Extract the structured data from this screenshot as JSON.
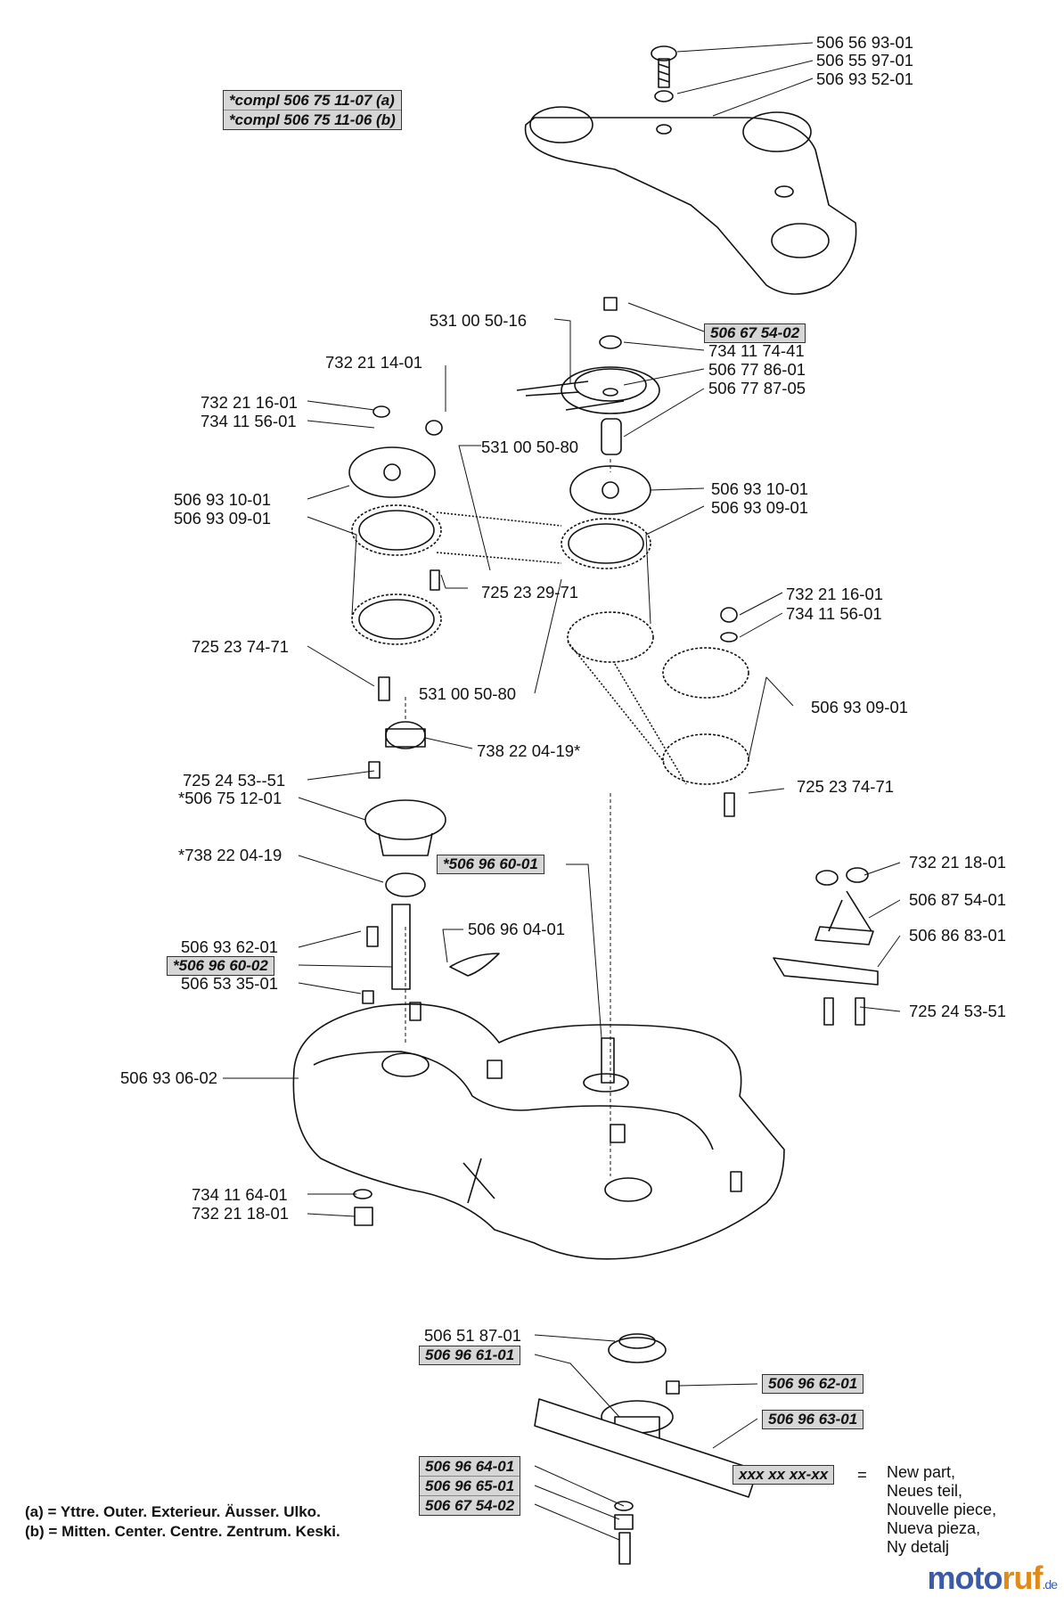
{
  "compl_labels": [
    "*compl 506 75 11-07 (a)",
    "*compl 506 75 11-06 (b)"
  ],
  "labels": {
    "p506569301": "506 56 93-01",
    "p506559701": "506 55 97-01",
    "p506935201": "506 93 52-01",
    "p531005016": "531 00 50-16",
    "p506675402a": "506 67 54-02",
    "p734117441": "734 11 74-41",
    "p506778601": "506 77 86-01",
    "p506778705": "506 77 87-05",
    "p732211401": "732 21 14-01",
    "p732211601a": "732 21 16-01",
    "p734115601a": "734 11 56-01",
    "p531005080a": "531 00 50-80",
    "p506931001a": "506 93 10-01",
    "p506930901a": "506 93 09-01",
    "p506931001b": "506 93 10-01",
    "p506930901b": "506 93 09-01",
    "p725232971": "725 23 29-71",
    "p732211601b": "732 21 16-01",
    "p734115601b": "734 11 56-01",
    "p725237471a": "725 23 74-71",
    "p531005080b": "531 00 50-80",
    "p506930901c": "506 93 09-01",
    "p738220419s": "738 22 04-19*",
    "p725245351a": "725 24 53--51",
    "p506751201": "*506 75 12-01",
    "p725237471b": "725 23 74-71",
    "p738220419": "*738 22 04-19",
    "p506966001": "*506 96 60-01",
    "p732211801a": "732 21 18-01",
    "p506875401": "506 87 54-01",
    "p506936201": "506 93 62-01",
    "p506960401": "506 96 04-01",
    "p506868301": "506 86 83-01",
    "p506966002": "*506 96 60-02",
    "p506533501": "506 53 35-01",
    "p725245351b": "725 24 53-51",
    "p506930602": "506 93 06-02",
    "p734116401": "734 11 64-01",
    "p732211801b": "732 21 18-01",
    "p506518701": "506 51 87-01",
    "p506966101": "506 96 61-01",
    "p506966201": "506 96 62-01",
    "p506966301": "506 96 63-01"
  },
  "stack_bottom": [
    "506 96 64-01",
    "506 96 65-01",
    "506 67 54-02"
  ],
  "legend_code": "xxx xx xx-xx",
  "legend_eq": "=",
  "legend_lines": [
    "New part,",
    "Neues teil,",
    "Nouvelle piece,",
    "Nueva pieza,",
    "Ny detalj"
  ],
  "notes": [
    "(a) = Yttre. Outer. Exterieur. Äusser. Ulko.",
    "(b) = Mitten. Center. Centre. Zentrum. Keski."
  ],
  "logo": {
    "part1": "moto",
    "part2": "ruf",
    "suffix": ".de"
  },
  "colors": {
    "ink": "#111111",
    "highlight": "#d6d6d6",
    "logo_blue": "#3b5aa8",
    "logo_orange": "#e08a1a"
  }
}
